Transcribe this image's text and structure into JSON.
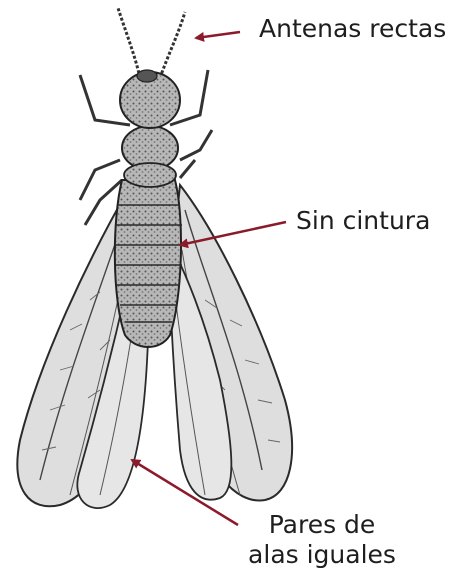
{
  "labels": {
    "antennae": "Antenas rectas",
    "waist": "Sin cintura",
    "wings_line1": "Pares de",
    "wings_line2": "alas iguales"
  },
  "colors": {
    "arrow": "#8b1a2b",
    "ink": "#1e1e1e",
    "wing_fill": "#d9d9d9",
    "body_fill": "#8c8c8c"
  }
}
